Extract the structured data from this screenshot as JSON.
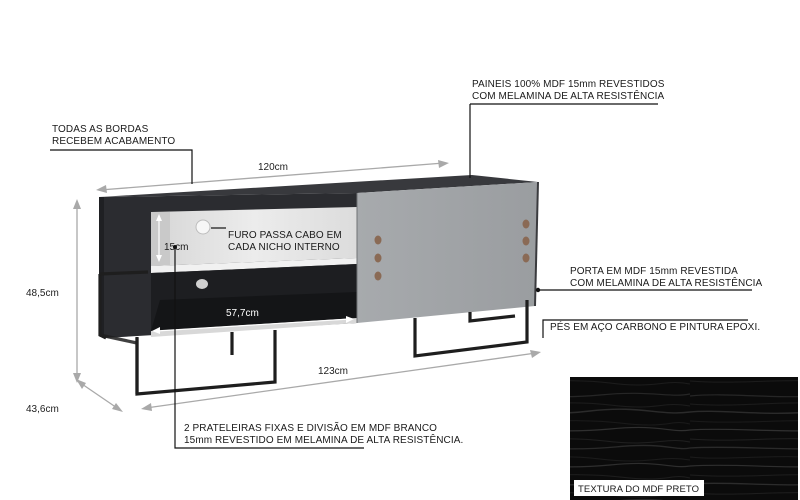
{
  "annotations": {
    "edges": [
      "TODAS AS BORDAS",
      "RECEBEM ACABAMENTO"
    ],
    "panels": [
      "PAINEIS 100% MDF 15mm REVESTIDOS",
      "COM MELAMINA DE ALTA RESISTÊNCIA"
    ],
    "cable_hole": [
      "FURO PASSA CABO EM",
      "CADA NICHO INTERNO"
    ],
    "door": [
      "PORTA EM MDF 15mm REVESTIDA",
      "COM MELAMINA DE ALTA RESISTÊNCIA"
    ],
    "feet": "PÉS EM AÇO CARBONO E PINTURA EPOXI.",
    "shelves": [
      "2 PRATELEIRAS FIXAS E DIVISÃO EM MDF BRANCO",
      "15mm REVESTIDO EM MELAMINA DE ALTA RESISTÊNCIA."
    ]
  },
  "dimensions": {
    "top_width": "120cm",
    "bottom_width": "123cm",
    "height": "48,5cm",
    "depth": "43,6cm",
    "niche_height": "15cm",
    "niche_width": "57,7cm"
  },
  "texture": {
    "label": "TEXTURA DO MDF PRETO"
  },
  "colors": {
    "body": "#2b2c30",
    "top": "#38393d",
    "door": "#9ea1a4",
    "interior": "#e4e4e4",
    "steel": "#1e1e1e"
  }
}
